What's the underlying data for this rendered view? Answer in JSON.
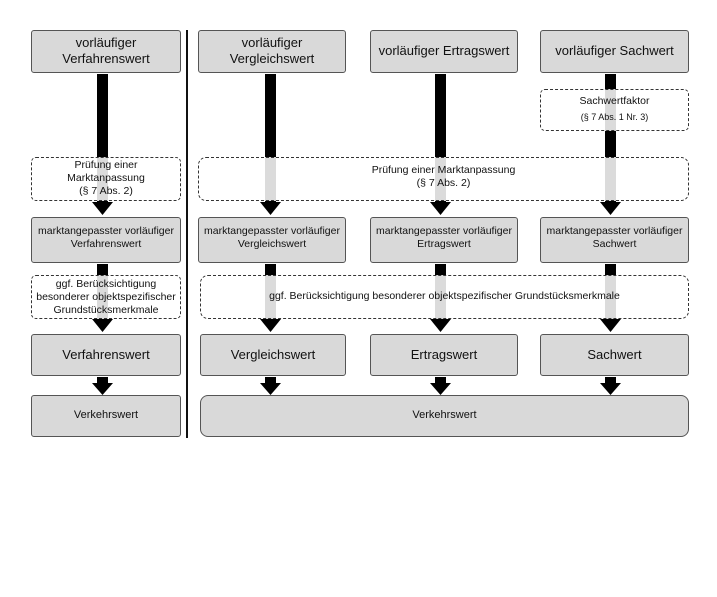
{
  "left": {
    "prelim_line1": "vorläufiger",
    "prelim_line2": "Verfahrenswert",
    "check_line1": "Prüfung einer",
    "check_line2": "Marktanpassung",
    "check_line3": "(§ 7 Abs. 2)",
    "adjusted_line1": "marktangepasster vorläufiger",
    "adjusted_line2": "Verfahrenswert",
    "special_line1": "ggf. Berücksichtigung",
    "special_line2": "besonderer objektspezifischer",
    "special_line3": "Grundstücksmerkmale",
    "value": "Verfahrenswert",
    "market_value": "Verkehrswert"
  },
  "right": {
    "prelim_comparison_line1": "vorläufiger",
    "prelim_comparison_line2": "Vergleichswert",
    "prelim_income": "vorläufiger Ertragswert",
    "prelim_asset": "vorläufiger Sachwert",
    "asset_factor_line1": "Sachwertfaktor",
    "asset_factor_line2": "(§ 7 Abs. 1 Nr. 3)",
    "check_line1": "Prüfung einer Marktanpassung",
    "check_line2": "(§ 7 Abs. 2)",
    "adjusted_comparison_line1": "marktangepasster vorläufiger",
    "adjusted_comparison_line2": "Vergleichswert",
    "adjusted_income_line1": "marktangepasster vorläufiger",
    "adjusted_income_line2": "Ertragswert",
    "adjusted_asset_line1": "marktangepasster vorläufiger",
    "adjusted_asset_line2": "Sachwert",
    "special": "ggf. Berücksichtigung besonderer objektspezifischer Grundstücksmerkmale",
    "comparison_value": "Vergleichswert",
    "income_value": "Ertragswert",
    "asset_value": "Sachwert",
    "market_value": "Verkehrswert"
  }
}
